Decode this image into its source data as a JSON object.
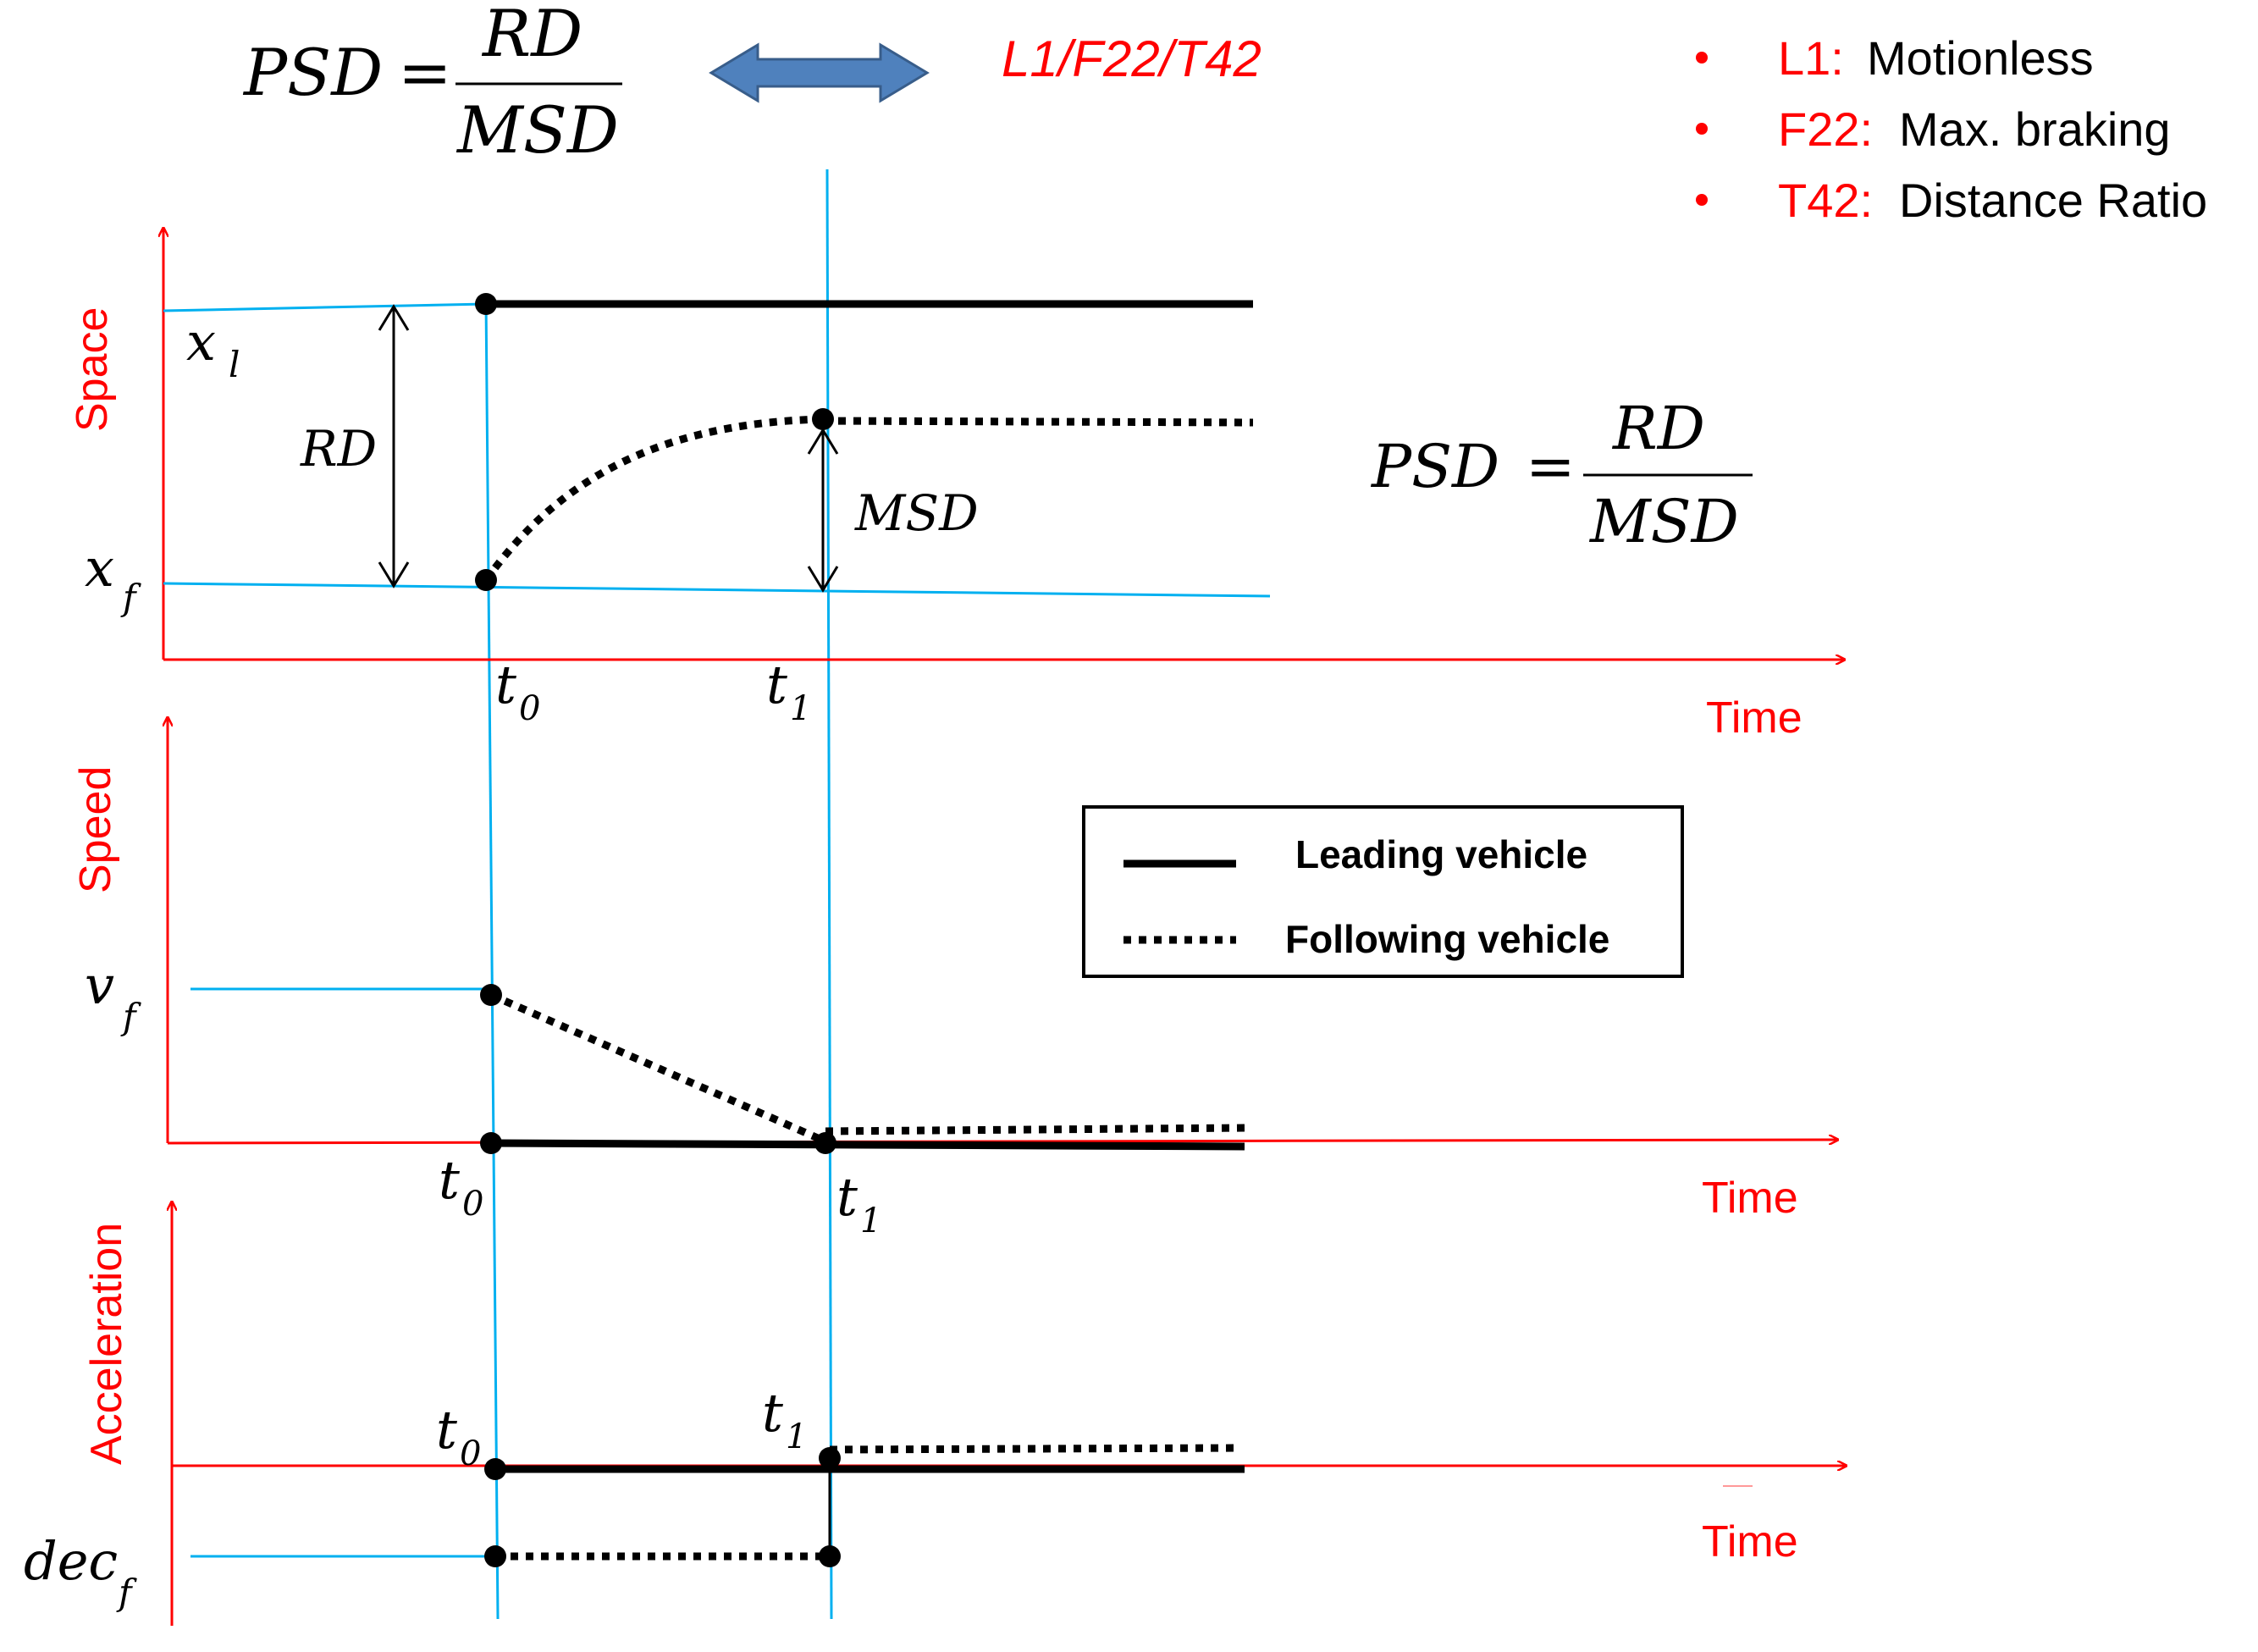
{
  "header": {
    "formula_lhs": "PSD",
    "formula_eq": "=",
    "formula_num": "RD",
    "formula_den": "MSD",
    "code": "L1/F22/T42"
  },
  "bullets": [
    {
      "code": "L1:",
      "text": "Motionless"
    },
    {
      "code": "F22:",
      "text": "Max. braking"
    },
    {
      "code": "T42:",
      "text": "Distance Ratio"
    }
  ],
  "space_panel": {
    "y_axis_label": "Space",
    "x_axis_label": "Time",
    "xl_base": "x",
    "xl_sub": "l",
    "xf_base": "x",
    "xf_sub": "f",
    "rd_label": "RD",
    "msd_label": "MSD",
    "t0_base": "t",
    "t0_sub": "0",
    "t1_base": "t",
    "t1_sub": "1",
    "formula_lhs": "PSD",
    "formula_eq": "=",
    "formula_num": "RD",
    "formula_den": "MSD"
  },
  "speed_panel": {
    "y_axis_label": "Speed",
    "x_axis_label": "Time",
    "vf_base": "v",
    "vf_sub": "f",
    "t0_base": "t",
    "t0_sub": "0",
    "t1_base": "t",
    "t1_sub": "1"
  },
  "accel_panel": {
    "y_axis_label": "Acceleration",
    "x_axis_label": "Time",
    "dec_base": "dec",
    "dec_sub": "f",
    "t0_base": "t",
    "t0_sub": "0",
    "t1_base": "t",
    "t1_sub": "1"
  },
  "legend": {
    "leading": "Leading vehicle",
    "following": "Following vehicle"
  },
  "colors": {
    "axis": "#ff0000",
    "guide": "#00b0f0",
    "curve": "#000000",
    "arrow_fill": "#4f81bd",
    "arrow_stroke": "#385d8a"
  }
}
